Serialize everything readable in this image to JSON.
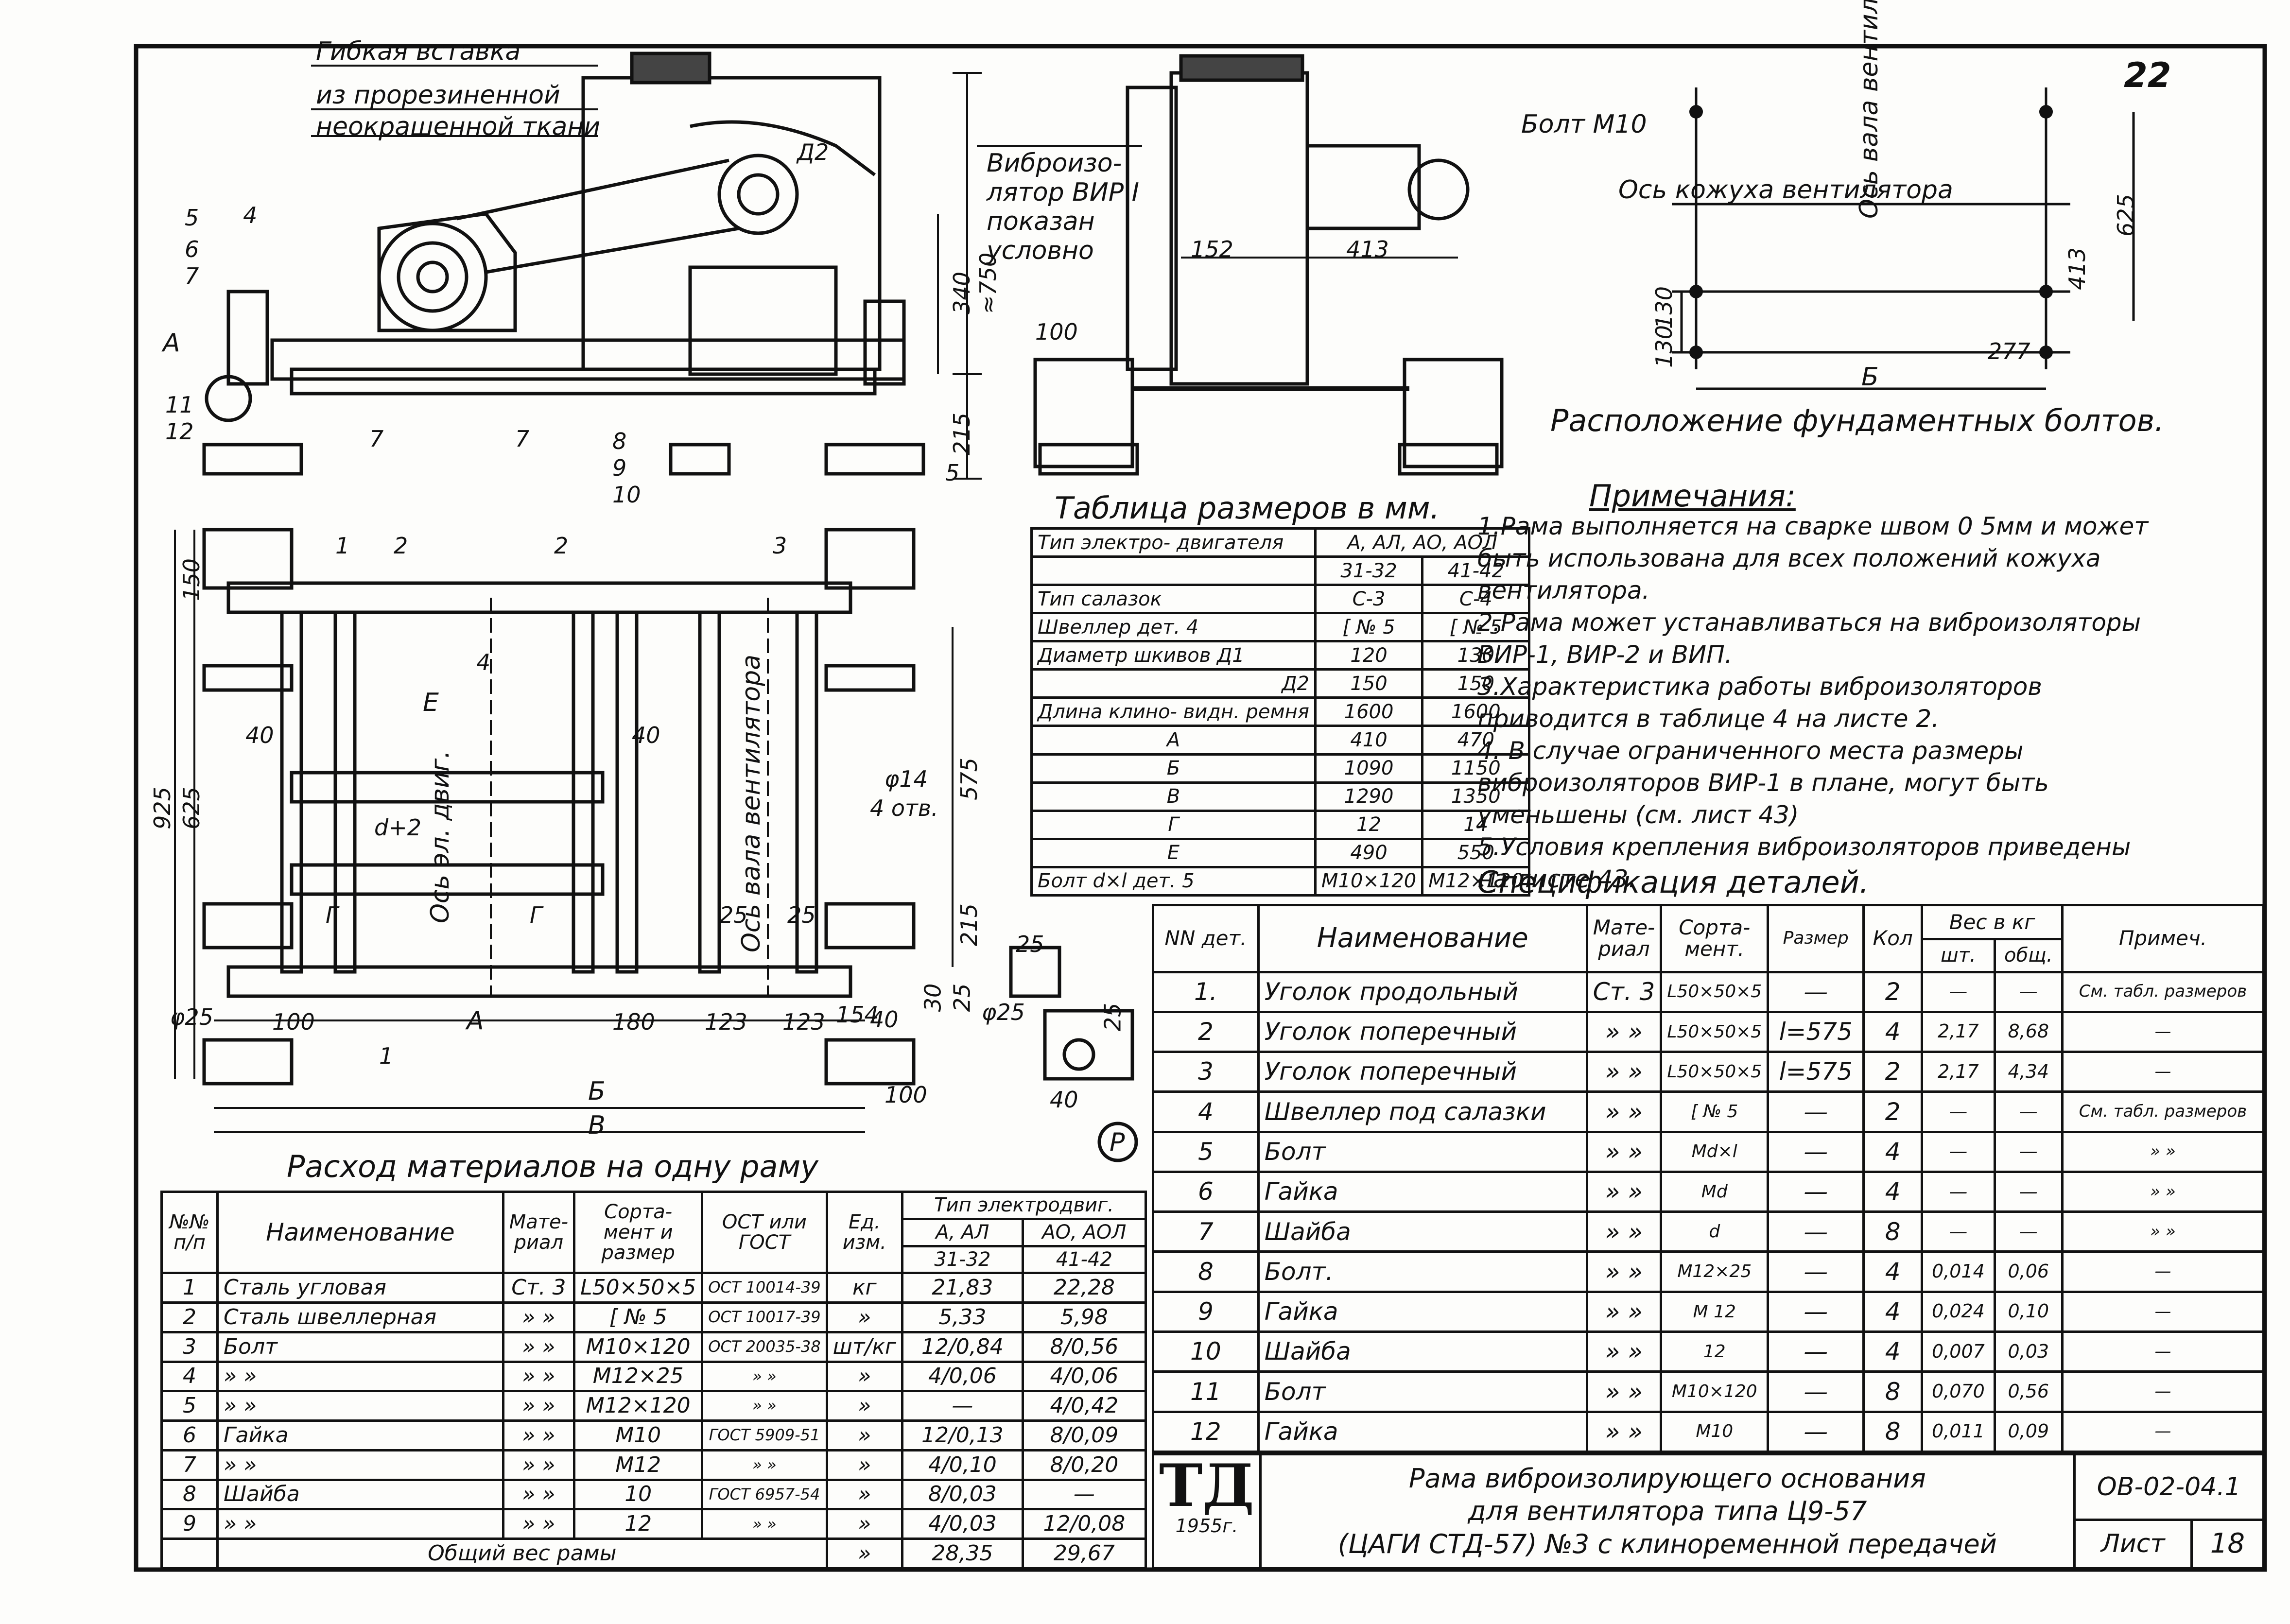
{
  "sheet_number": "22",
  "stamp": "ТД",
  "stamp_year": "1955г.",
  "side_view": {
    "label_flex_insert": [
      "Гибкая вставка",
      "из прорезиненной",
      "неокрашенной ткани"
    ],
    "label_isolator": [
      "Виброизо-",
      "лятор ВИР I",
      "показан",
      "условно"
    ],
    "callouts": [
      "4",
      "5",
      "6",
      "7",
      "А",
      "11",
      "12",
      "7",
      "7",
      "8",
      "9",
      "10",
      "Д2"
    ],
    "dims": [
      "340",
      "≈750",
      "215",
      "5"
    ]
  },
  "front_view": {
    "dims": [
      "152",
      "413",
      "100"
    ]
  },
  "bolt_layout": {
    "bolt_label": "Болт М10",
    "casing_axis": "Ось кожуха вентилятора",
    "shaft_axis": "Ось вала вентилятора",
    "dims": [
      "625",
      "413",
      "130",
      "130",
      "277",
      "Б"
    ],
    "title": "Расположение фундаментных болтов."
  },
  "plan_view": {
    "callouts": [
      "1",
      "2",
      "2",
      "3",
      "4",
      "1"
    ],
    "dims": [
      "150",
      "925",
      "625",
      "575",
      "215",
      "40",
      "40",
      "Е",
      "d+2",
      "Г",
      "Г",
      "25",
      "25",
      "А",
      "180",
      "123",
      "123",
      "154",
      "40",
      "100",
      "Б",
      "В",
      "100",
      "30",
      "25",
      "φ25",
      "φ14",
      "4 отв.",
      "25",
      "25",
      "40",
      "φ25"
    ],
    "axis_motor": "Ось эл. двиг.",
    "axis_shaft": "Ось вала вентилятора",
    "detail_mark": "Р"
  },
  "size_table": {
    "title": "Таблица размеров в мм.",
    "rows": [
      [
        "Тип электро- двигателя",
        "А, АЛ, АО, АОЛ",
        ""
      ],
      [
        "",
        "31-32",
        "41-42"
      ],
      [
        "Тип салазок",
        "С-3",
        "С-4"
      ],
      [
        "Швеллер дет. 4",
        "[ № 5",
        "[ № 5"
      ],
      [
        "Диаметр шкивов Д1",
        "120",
        "130"
      ],
      [
        "Д2",
        "150",
        "150"
      ],
      [
        "Длина клино- видн. ремня",
        "1600",
        "1600"
      ],
      [
        "А",
        "410",
        "470"
      ],
      [
        "Б",
        "1090",
        "1150"
      ],
      [
        "В",
        "1290",
        "1350"
      ],
      [
        "Г",
        "12",
        "14"
      ],
      [
        "Е",
        "490",
        "550"
      ],
      [
        "Болт d×l дет. 5",
        "М10×120",
        "М12×120"
      ]
    ]
  },
  "notes": {
    "title": "Примечания:",
    "items": [
      "1.Рама выполняется на сварке швом 0 5мм и может быть использована для всех положений кожуха вентилятора.",
      "2.Рама может устанавливаться на виброизоляторы ВИР-1, ВИР-2 и ВИП.",
      "3.Характеристика работы виброизоляторов приводится в таблице 4 на листе 2.",
      "4. В случае ограниченного места размеры виброизоляторов ВИР-1 в плане, могут быть уменьшены (см. лист 43)",
      "5.Условия крепления виброизоляторов приведены на листе 43."
    ]
  },
  "spec": {
    "title": "Спецификация деталей.",
    "headers": [
      "NN дет.",
      "Наименование",
      "Мате- риал",
      "Сорта- мент.",
      "Размер",
      "Кол",
      "Вес в кг",
      "Примеч."
    ],
    "weight_sub": [
      "шт.",
      "общ."
    ],
    "rows": [
      [
        "1.",
        "Уголок продольный",
        "Ст. 3",
        "L50×50×5",
        "—",
        "2",
        "—",
        "—",
        "См. табл. размеров"
      ],
      [
        "2",
        "Уголок поперечный",
        "» »",
        "L50×50×5",
        "l=575",
        "4",
        "2,17",
        "8,68",
        "—"
      ],
      [
        "3",
        "Уголок поперечный",
        "» »",
        "L50×50×5",
        "l=575",
        "2",
        "2,17",
        "4,34",
        "—"
      ],
      [
        "4",
        "Швеллер под салазки",
        "» »",
        "[ № 5",
        "—",
        "2",
        "—",
        "—",
        "См. табл. размеров"
      ],
      [
        "5",
        "Болт",
        "» »",
        "Md×l",
        "—",
        "4",
        "—",
        "—",
        "» »"
      ],
      [
        "6",
        "Гайка",
        "» »",
        "Md",
        "—",
        "4",
        "—",
        "—",
        "» »"
      ],
      [
        "7",
        "Шайба",
        "» »",
        "d",
        "—",
        "8",
        "—",
        "—",
        "» »"
      ],
      [
        "8",
        "Болт.",
        "» »",
        "М12×25",
        "—",
        "4",
        "0,014",
        "0,06",
        "—"
      ],
      [
        "9",
        "Гайка",
        "» »",
        "М 12",
        "—",
        "4",
        "0,024",
        "0,10",
        "—"
      ],
      [
        "10",
        "Шайба",
        "» »",
        "12",
        "—",
        "4",
        "0,007",
        "0,03",
        "—"
      ],
      [
        "11",
        "Болт",
        "» »",
        "М10×120",
        "—",
        "8",
        "0,070",
        "0,56",
        "—"
      ],
      [
        "12",
        "Гайка",
        "» »",
        "М10",
        "—",
        "8",
        "0,011",
        "0,09",
        "—"
      ]
    ]
  },
  "materials": {
    "title": "Расход материалов на одну раму",
    "headers": [
      "№№ п/п",
      "Наименование",
      "Мате- риал",
      "Сорта- мент и размер",
      "ОСТ или ГОСТ",
      "Ед. изм.",
      "Тип электродвиг."
    ],
    "type_sub": [
      "А, АЛ",
      "АО, АОЛ"
    ],
    "type_sub2": [
      "31-32",
      "41-42"
    ],
    "rows": [
      [
        "1",
        "Сталь угловая",
        "Ст. 3",
        "L50×50×5",
        "ОСТ 10014-39",
        "кг",
        "21,83",
        "22,28"
      ],
      [
        "2",
        "Сталь швеллерная",
        "» »",
        "[ № 5",
        "ОСТ 10017-39",
        "»",
        "5,33",
        "5,98"
      ],
      [
        "3",
        "Болт",
        "» »",
        "М10×120",
        "ОСТ 20035-38",
        "шт/кг",
        "12/0,84",
        "8/0,56"
      ],
      [
        "4",
        "» »",
        "» »",
        "М12×25",
        "» »",
        "»",
        "4/0,06",
        "4/0,06"
      ],
      [
        "5",
        "» »",
        "» »",
        "М12×120",
        "» »",
        "»",
        "—",
        "4/0,42"
      ],
      [
        "6",
        "Гайка",
        "» »",
        "М10",
        "ГОСТ 5909-51",
        "»",
        "12/0,13",
        "8/0,09"
      ],
      [
        "7",
        "» »",
        "» »",
        "М12",
        "» »",
        "»",
        "4/0,10",
        "8/0,20"
      ],
      [
        "8",
        "Шайба",
        "» »",
        "10",
        "ГОСТ 6957-54",
        "»",
        "8/0,03",
        "—"
      ],
      [
        "9",
        "» »",
        "» »",
        "12",
        "» »",
        "»",
        "4/0,03",
        "12/0,08"
      ]
    ],
    "total_label": "Общий вес рамы",
    "total_unit": "»",
    "total_values": [
      "28,35",
      "29,67"
    ]
  },
  "title_block": {
    "title_lines": [
      "Рама виброизолирующего основания",
      "для вентилятора типа Ц9-57",
      "(ЦАГИ СТД-57) №3 с клиноременной передачей"
    ],
    "code": "ОВ-02-04.1",
    "sheet_label": "Лист",
    "sheet_no": "18"
  }
}
